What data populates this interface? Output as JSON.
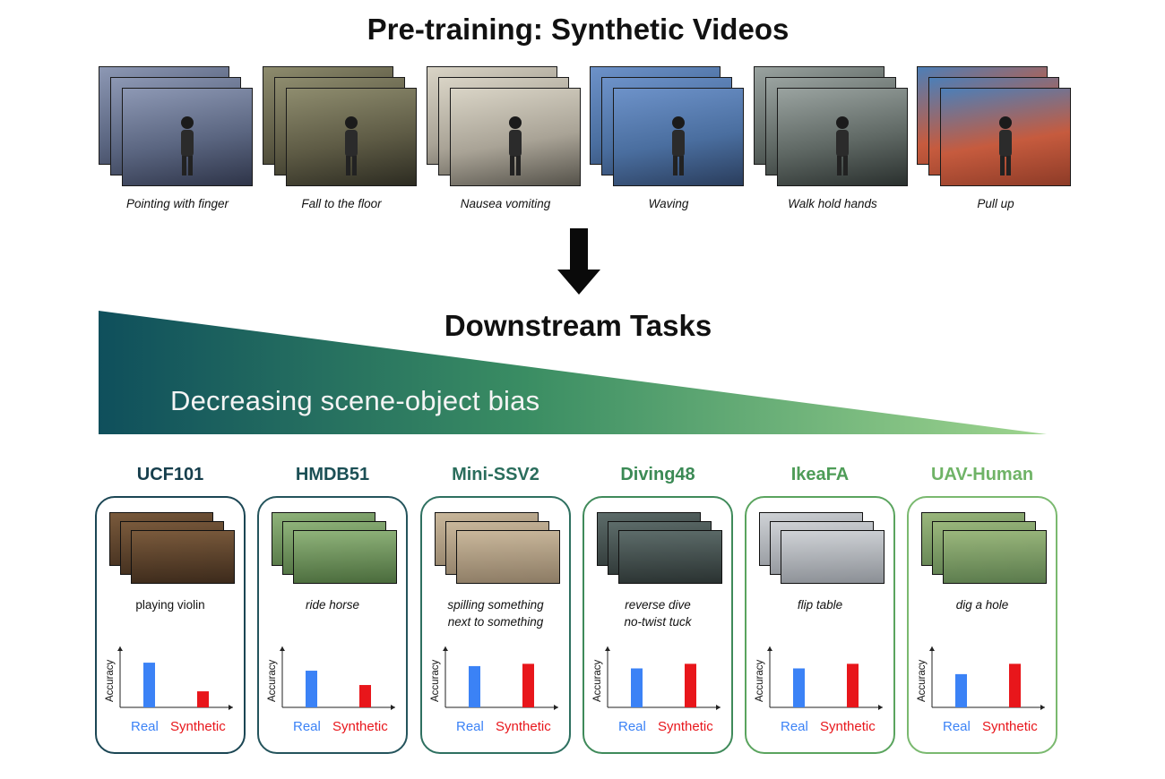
{
  "pretraining": {
    "title": "Pre-training: Synthetic Videos",
    "items": [
      {
        "caption": "Pointing with finger"
      },
      {
        "caption": "Fall to the floor"
      },
      {
        "caption": "Nausea vomiting"
      },
      {
        "caption": "Waving"
      },
      {
        "caption": "Walk hold hands"
      },
      {
        "caption": "Pull up"
      }
    ]
  },
  "downstream": {
    "title": "Downstream Tasks",
    "bias_label": "Decreasing scene-object bias",
    "bias_gradient": [
      "#0f4f5c",
      "#9fd58f"
    ],
    "axis_label": "Accuracy",
    "real_label": "Real",
    "synthetic_label": "Synthetic",
    "real_color": "#3b82f6",
    "synthetic_color": "#e8161b",
    "tasks": [
      {
        "name": "UCF101",
        "caption": "playing violin",
        "italic": false,
        "color": "#163e4c",
        "border": "#1b4654",
        "real": 0.78,
        "synthetic": 0.28
      },
      {
        "name": "HMDB51",
        "caption": "ride horse",
        "italic": true,
        "color": "#1b4f55",
        "border": "#24545c",
        "real": 0.64,
        "synthetic": 0.39
      },
      {
        "name": "Mini-SSV2",
        "caption": "spilling something\nnext to something",
        "italic": true,
        "color": "#2a6d5c",
        "border": "#2e7060",
        "real": 0.72,
        "synthetic": 0.76
      },
      {
        "name": "Diving48",
        "caption": "reverse dive\nno-twist tuck",
        "italic": true,
        "color": "#3b8a55",
        "border": "#3f8a5a",
        "real": 0.68,
        "synthetic": 0.76
      },
      {
        "name": "IkeaFA",
        "caption": "flip table",
        "italic": true,
        "color": "#4e9c57",
        "border": "#5aa45e",
        "real": 0.68,
        "synthetic": 0.76
      },
      {
        "name": "UAV-Human",
        "caption": "dig a hole",
        "italic": true,
        "color": "#6fb366",
        "border": "#7ab96f",
        "real": 0.58,
        "synthetic": 0.76
      }
    ]
  }
}
